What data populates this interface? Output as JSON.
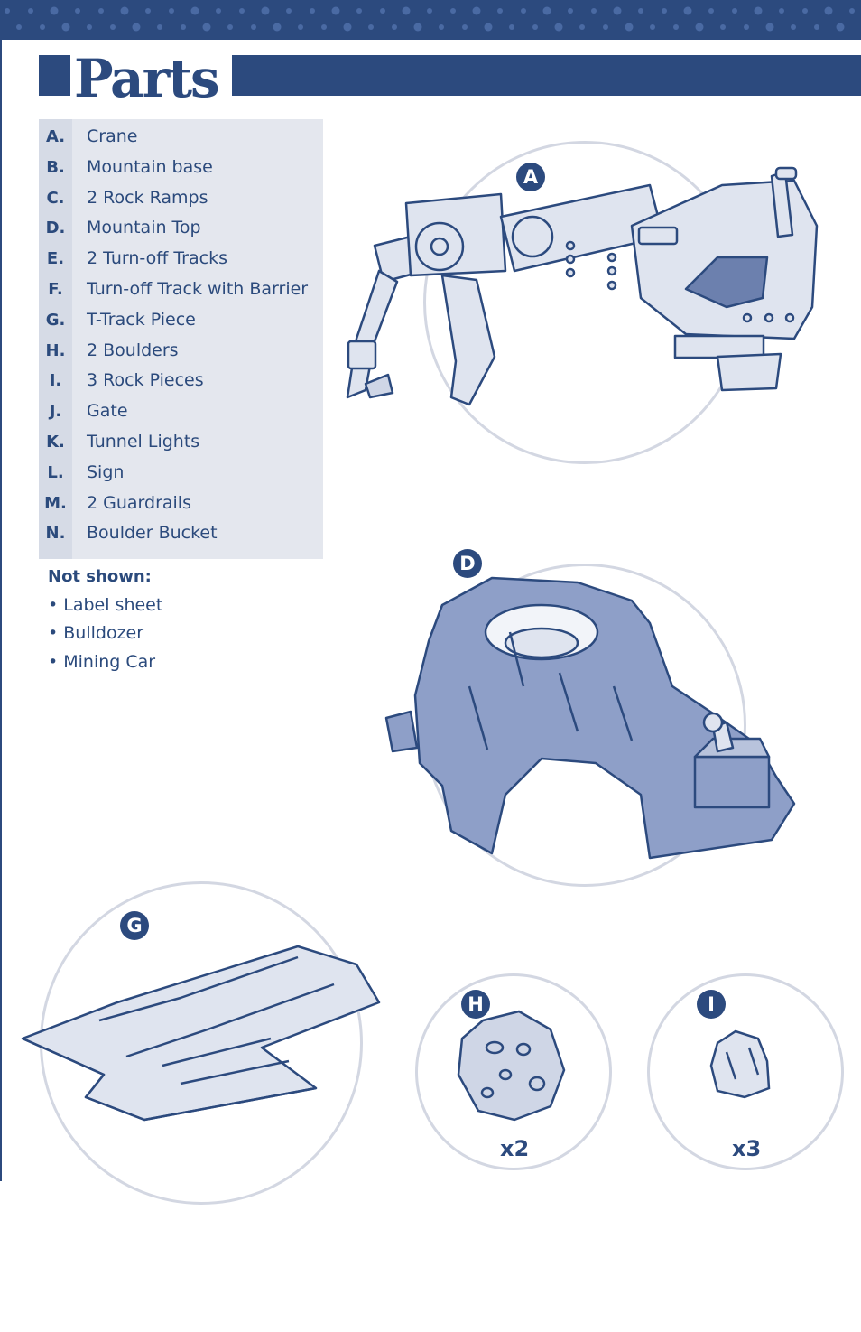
{
  "title": "Parts",
  "parts": [
    {
      "letter": "A.",
      "name": "Crane"
    },
    {
      "letter": "B.",
      "name": "Mountain base"
    },
    {
      "letter": "C.",
      "name": "2 Rock Ramps"
    },
    {
      "letter": "D.",
      "name": "Mountain Top"
    },
    {
      "letter": "E.",
      "name": "2 Turn-off Tracks"
    },
    {
      "letter": "F.",
      "name": "Turn-off Track with Barrier"
    },
    {
      "letter": "G.",
      "name": "T-Track Piece"
    },
    {
      "letter": "H.",
      "name": "2 Boulders"
    },
    {
      "letter": "I.",
      "name": "3 Rock Pieces"
    },
    {
      "letter": "J.",
      "name": "Gate"
    },
    {
      "letter": "K.",
      "name": "Tunnel Lights"
    },
    {
      "letter": "L.",
      "name": "Sign"
    },
    {
      "letter": "M.",
      "name": "2 Guardrails"
    },
    {
      "letter": "N.",
      "name": "Boulder Bucket"
    }
  ],
  "not_shown": {
    "heading": "Not shown:",
    "items": [
      "• Label sheet",
      "• Bulldozer",
      "• Mining Car"
    ]
  },
  "figures": {
    "a": {
      "badge": "A",
      "label": "crane-illustration"
    },
    "d": {
      "badge": "D",
      "label": "mountain-top-illustration"
    },
    "g": {
      "badge": "G",
      "label": "t-track-illustration"
    },
    "h": {
      "badge": "H",
      "quantity": "x2"
    },
    "i": {
      "badge": "I",
      "quantity": "x3"
    }
  },
  "colors": {
    "navy": "#2c4a7e",
    "panel": "#e4e7ee",
    "circle_ring": "#d3d7e2",
    "illustration_fill": "#8e9fc8",
    "illustration_light": "#dfe4ef"
  }
}
